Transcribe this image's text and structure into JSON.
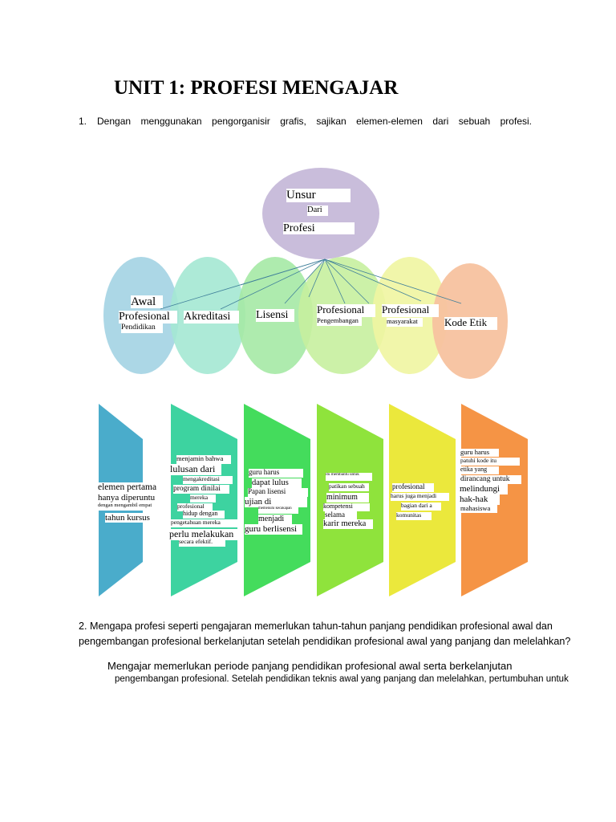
{
  "title": "UNIT 1: PROFESI MENGAJAR",
  "question1": {
    "number": "1.",
    "text": "Dengan menggunakan pengorganisir grafis, sajikan elemen-elemen dari sebuah profesi."
  },
  "diagram": {
    "center": {
      "line1": "Unsur",
      "line2": "Dari",
      "line3": "Profesi",
      "color": "#c9bddb"
    },
    "elements": [
      {
        "label": "Awal",
        "label2": "Profesional",
        "label3": "Pendidikan",
        "color": "#a3d3e3"
      },
      {
        "label": "Akreditasi",
        "color": "#a4e8d3"
      },
      {
        "label": "Lisensi",
        "color": "#a5e9a5"
      },
      {
        "label": "Profesional",
        "label2": "Pengembangan",
        "color": "#c7f09e"
      },
      {
        "label": "Profesional",
        "label2": "masyarakat",
        "color": "#eff5a1"
      },
      {
        "label": "Kode Etik",
        "color": "#f7c29f"
      }
    ]
  },
  "panels": [
    {
      "color": "#4aaccb",
      "lines": [
        "elemen pertama",
        "hanya diperuntu",
        "dengan mengambil empat",
        "tahun kursus"
      ]
    },
    {
      "color": "#3dd3a0",
      "lines": [
        "menjamin bahwa",
        "lulusan dari",
        "mengakreditasi",
        "program dinilai",
        "mereka",
        "profesional",
        "hidup dengan",
        "pengetahuan mereka",
        "perlu melakukan",
        "secara efektif."
      ]
    },
    {
      "color": "#44dc5c",
      "lines": [
        "guru harus",
        "dapat lulus",
        "Papan lisensi",
        "ujian di",
        "memenuhi kecakapan",
        "menjadi",
        "guru berlisensi"
      ]
    },
    {
      "color": "#8fe33c",
      "lines": [
        "itu membantu untuk",
        "patikan sebuah",
        "minimum",
        "kompetensi",
        "selama",
        "karir mereka"
      ]
    },
    {
      "color": "#ebe83c",
      "lines": [
        "profesional",
        "harus juga menjadi",
        "bagian dari a",
        "komunitas"
      ]
    },
    {
      "color": "#f59445",
      "lines": [
        "guru harus",
        "patuhi kode itu",
        "etika yang",
        "dirancang untuk",
        "melindungi",
        "hak-hak",
        "mahasiswa"
      ]
    }
  ],
  "question2": {
    "line1": "2. Mengapa profesi seperti pengajaran memerlukan tahun-tahun panjang pendidikan profesional awal dan",
    "line2": "pengembangan profesional berkelanjutan setelah pendidikan profesional awal yang panjang dan melelahkan?"
  },
  "answer": {
    "bullet": "",
    "line1": "Mengajar memerlukan periode panjang pendidikan profesional awal serta berkelanjutan",
    "line2": "pengembangan profesional. Setelah pendidikan teknis awal yang panjang dan melelahkan, pertumbuhan untuk"
  }
}
